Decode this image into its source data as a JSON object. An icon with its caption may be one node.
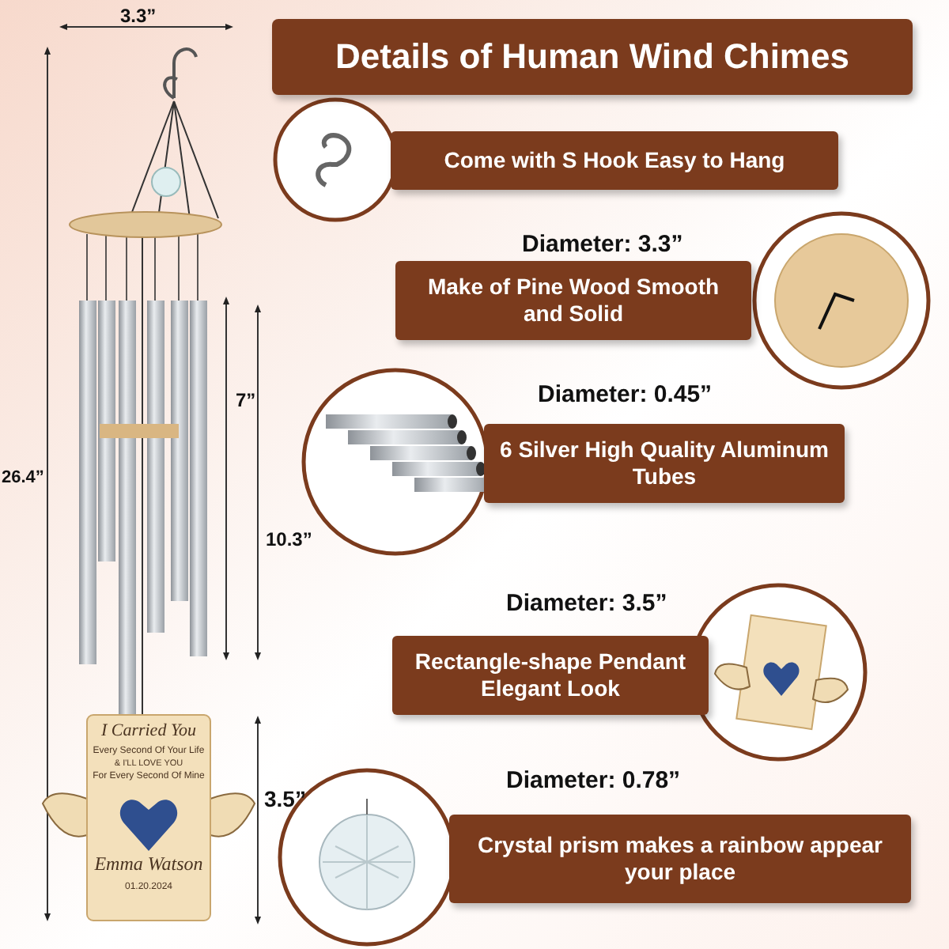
{
  "diagram": {
    "title": "Details of Human Wind Chimes",
    "nodes": [
      {
        "text": [
          "Come with S Hook Easy to Hang"
        ]
      },
      {
        "text": [
          "Make of Pine Wood Smooth and Solid"
        ],
        "beside": [
          "Diameter: 3.3”"
        ]
      },
      {
        "text": [
          "6 Silver High Quality Aluminum Tubes"
        ],
        "beside": [
          "Diameter: 0.45”"
        ]
      },
      {
        "text": [
          "Rectangle-shape Pendant Elegant Look"
        ],
        "beside": [
          "Diameter: 3.5”"
        ]
      },
      {
        "text": [
          "Crystal prism makes a rainbow appear your place"
        ],
        "beside": [
          "Diameter: 0.78”"
        ]
      }
    ],
    "labels": [
      "3.3”",
      "26.4”",
      "7”",
      "10.3”",
      "I Carried You",
      "Every Second Of Your Life",
      "& I'LL LOVE YOU",
      "For Every Second Of Mine",
      "Emma Watson",
      "01.20.2024",
      "3.5”"
    ]
  }
}
